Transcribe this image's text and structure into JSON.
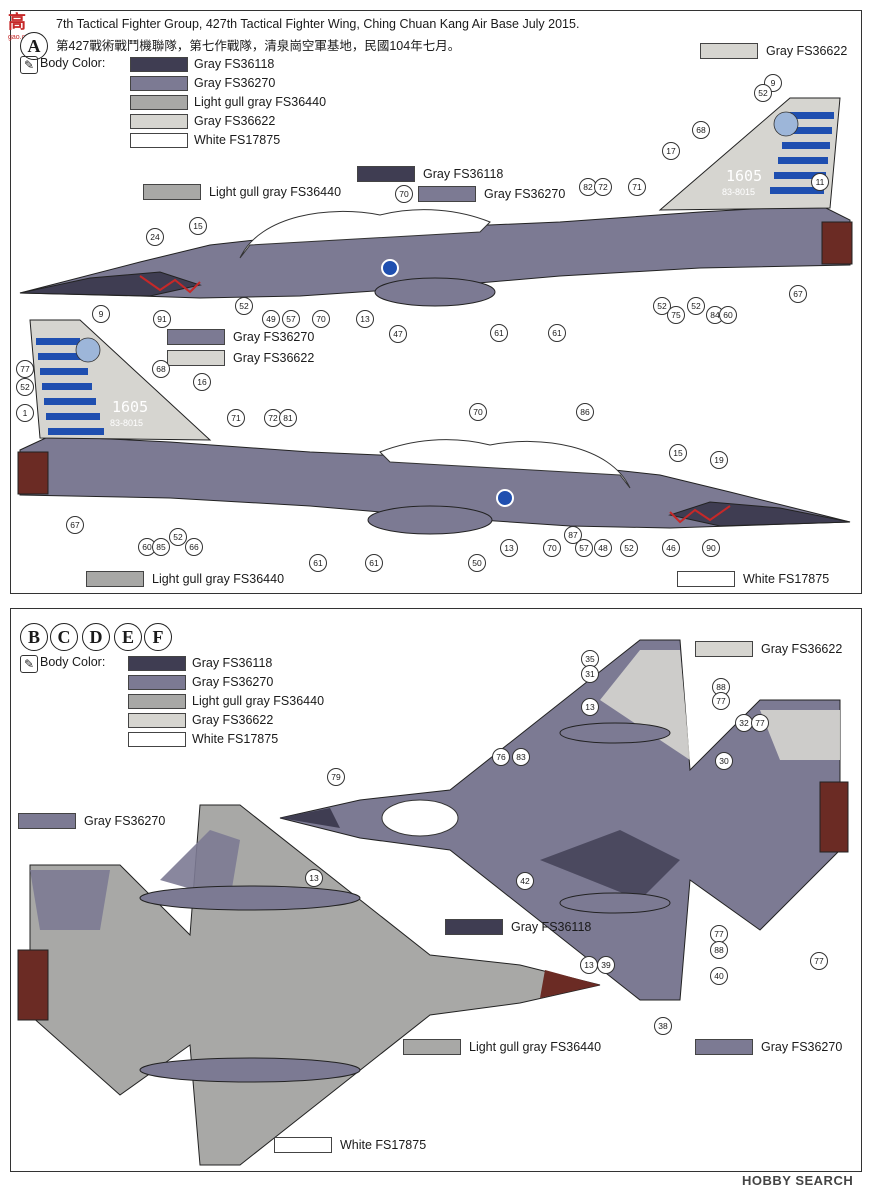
{
  "logo": {
    "text": "高",
    "sub": "gao.com"
  },
  "header": {
    "title": "7th Tactical Fighter Group, 427th Tactical Fighter Wing, Ching Chuan Kang Air Base July 2015.",
    "subtitle": "第427戰術戰鬥機聯隊，第七作戰隊，清泉崗空軍基地，民國104年七月。",
    "badge": "A"
  },
  "section_a": {
    "body_color_label": "Body Color:",
    "colors": [
      {
        "label": "Gray FS36118",
        "hex": "#3f3d52"
      },
      {
        "label": "Gray FS36270",
        "hex": "#7c7a93"
      },
      {
        "label": "Light gull gray FS36440",
        "hex": "#a8a8a6"
      },
      {
        "label": "Gray FS36622",
        "hex": "#d6d5d0"
      },
      {
        "label": "White FS17875",
        "hex": "#ffffff"
      }
    ],
    "callouts": {
      "top_right": "Gray FS36622",
      "nose_light_gull": "Light gull gray FS36440",
      "mid_gray_118": "Gray FS36118",
      "mid_gray_270": "Gray FS36270",
      "lower_gray_270": "Gray FS36270",
      "lower_gray_622": "Gray FS36622",
      "bottom_light_gull": "Light gull gray FS36440",
      "bottom_white": "White FS17875"
    },
    "serial_top": "1605",
    "serial_top_sub": "83-8015",
    "serial_bottom": "1605",
    "serial_bottom_sub": "83-8015"
  },
  "section_bcdef": {
    "badges": [
      "B",
      "C",
      "D",
      "E",
      "F"
    ],
    "body_color_label": "Body Color:",
    "colors": [
      {
        "label": "Gray FS36118",
        "hex": "#3f3d52"
      },
      {
        "label": "Gray FS36270",
        "hex": "#7c7a93"
      },
      {
        "label": "Light gull gray FS36440",
        "hex": "#a8a8a6"
      },
      {
        "label": "Gray FS36622",
        "hex": "#d6d5d0"
      },
      {
        "label": "White FS17875",
        "hex": "#ffffff"
      }
    ],
    "callouts": {
      "top_right": "Gray FS36622",
      "left_gray_270": "Gray FS36270",
      "mid_gray_118": "Gray FS36118",
      "bottom_light_gull": "Light gull gray FS36440",
      "bottom_right_270": "Gray FS36270",
      "bottom_white": "White FS17875"
    }
  },
  "callout_numbers": [
    "9",
    "52",
    "68",
    "17",
    "11",
    "24",
    "15",
    "82",
    "72",
    "71",
    "70",
    "91",
    "52",
    "49",
    "57",
    "70",
    "13",
    "47",
    "61",
    "61",
    "52",
    "75",
    "52",
    "84",
    "60",
    "67",
    "9",
    "77",
    "52",
    "68",
    "16",
    "1",
    "71",
    "72",
    "81",
    "70",
    "86",
    "15",
    "19",
    "67",
    "60",
    "85",
    "52",
    "66",
    "61",
    "61",
    "50",
    "13",
    "70",
    "87",
    "57",
    "48",
    "52",
    "46",
    "90",
    "35",
    "31",
    "13",
    "76",
    "83",
    "79",
    "88",
    "77",
    "32",
    "77",
    "30",
    "13",
    "42",
    "13",
    "39",
    "77",
    "88",
    "40",
    "38",
    "77"
  ],
  "watermark": "HOBBY SEARCH"
}
